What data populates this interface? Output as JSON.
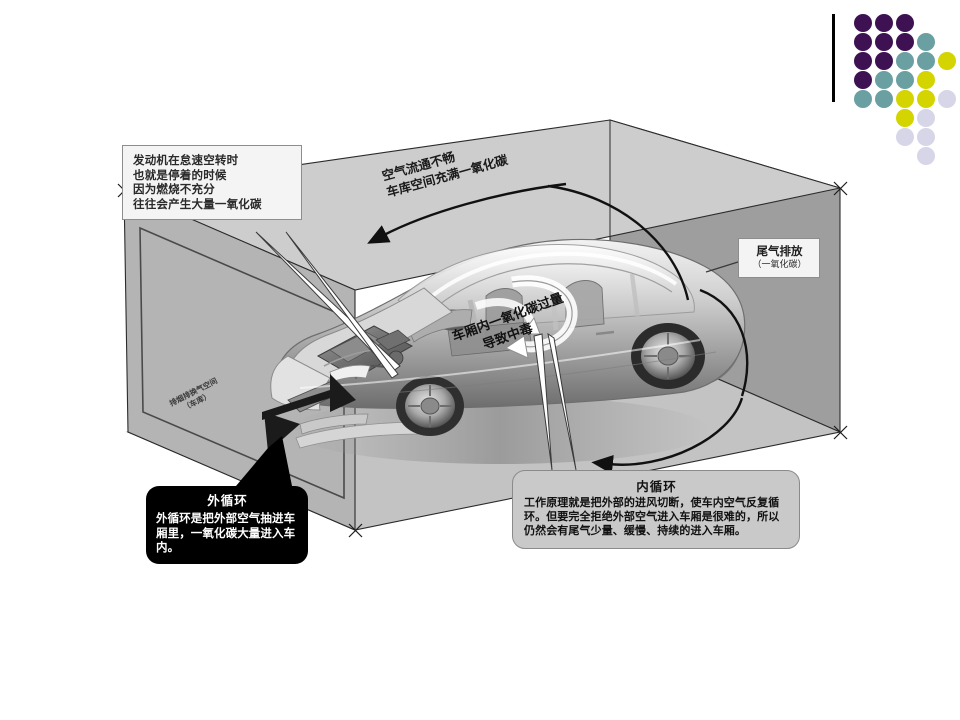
{
  "slide": {
    "title_alt": "车库一氧化碳中毒示意图",
    "background": "#ffffff"
  },
  "motif": {
    "name": "decorative-dot-grid",
    "colors": {
      "purple": "#3d1152",
      "teal": "#6aa0a2",
      "yellow": "#d3d400",
      "lavender": "#d6d6e8",
      "bar": "#000000"
    },
    "grid": [
      [
        "purple",
        "purple",
        "purple",
        "",
        ""
      ],
      [
        "purple",
        "purple",
        "purple",
        "teal",
        ""
      ],
      [
        "purple",
        "purple",
        "teal",
        "teal",
        "yellow"
      ],
      [
        "purple",
        "teal",
        "teal",
        "yellow",
        ""
      ],
      [
        "teal",
        "teal",
        "yellow",
        "yellow",
        "lavender"
      ],
      [
        "",
        "",
        "yellow",
        "lavender",
        ""
      ],
      [
        "",
        "",
        "lavender",
        "lavender",
        ""
      ],
      [
        "",
        "",
        "",
        "lavender",
        ""
      ]
    ]
  },
  "scene": {
    "garage_name": "车库",
    "wall_fill": "#b8b8b8",
    "floor_fill": "#c6c6c6",
    "roof_fill": "#cfcfcf",
    "edge_color": "#2b2b2b",
    "car_alt": "轿车剖视图"
  },
  "callouts": {
    "engine": {
      "name": "engine-idling-note",
      "lines": [
        "发动机在怠速空转时",
        "也就是停着的时候",
        "因为燃烧不充分",
        "往往会产生大量一氧化碳"
      ]
    },
    "exhaust": {
      "name": "exhaust-emission-label",
      "title": "尾气排放",
      "subtitle": "（一氧化碳）"
    },
    "outer_cycle": {
      "name": "outer-circulation-callout",
      "title": "外循环",
      "body": "外循环是把外部空气抽进车厢里，一氧化碳大量进入车内。"
    },
    "inner_cycle": {
      "name": "inner-circulation-callout",
      "title": "内循环",
      "body": "工作原理就是把外部的进风切断，使车内空气反复循环。但要完全拒绝外部空气进入车厢是很难的，所以仍然会有尾气少量、缓慢、持续的进入车厢。"
    }
  },
  "scene_labels": {
    "airflow": {
      "name": "airflow-blocked-label",
      "line1": "空气流通不畅",
      "line2": "车库空间充满一氧化碳"
    },
    "poisoning": {
      "name": "cabin-co-poisoning-label",
      "line1": "车厢内一氧化碳过量",
      "line2": "导致中毒"
    },
    "vent": {
      "name": "ventilation-space-label",
      "line1": "排烟排换气空间",
      "line2": "（车库）"
    }
  }
}
